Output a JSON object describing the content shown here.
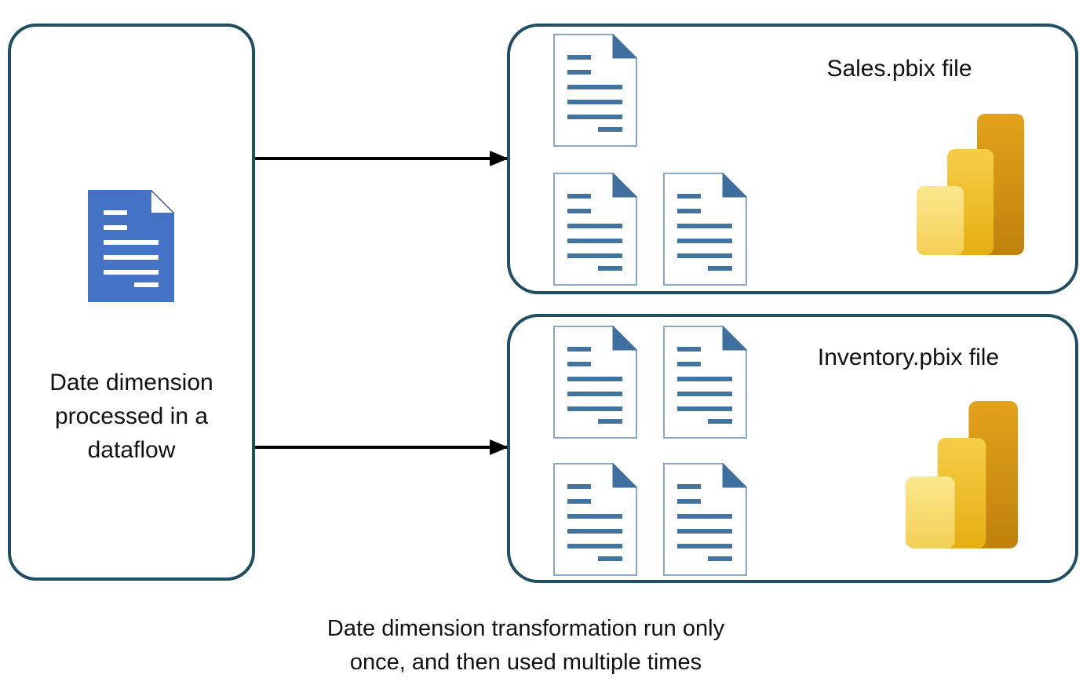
{
  "source_box": {
    "label": "Date dimension processed in a dataflow",
    "icon": "blue-document-icon"
  },
  "connections": [
    {
      "from": "dataflow",
      "to": "Sales.pbix file",
      "style": "arrow-right"
    },
    {
      "from": "dataflow",
      "to": "Inventory.pbix file",
      "style": "arrow-right"
    }
  ],
  "targets": [
    {
      "title": "Sales.pbix file",
      "document_count": 3,
      "logo": "power-bi-logo"
    },
    {
      "title": "Inventory.pbix file",
      "document_count": 4,
      "logo": "power-bi-logo"
    }
  ],
  "caption": {
    "lines": [
      "Date dimension transformation run only",
      "once, and then used multiple times"
    ]
  },
  "colors": {
    "box_border": "#1f4e63",
    "source_document_blue": "#4472c4",
    "document_line_blue": "#43749f",
    "document_fold_blue": "#3f6f9e",
    "document_border_light": "#8ba7c7",
    "powerbi_light": "#fbe78f",
    "powerbi_mid": "#f2c230",
    "powerbi_dark": "#c8860d",
    "arrow": "#000000",
    "text": "#111111"
  }
}
